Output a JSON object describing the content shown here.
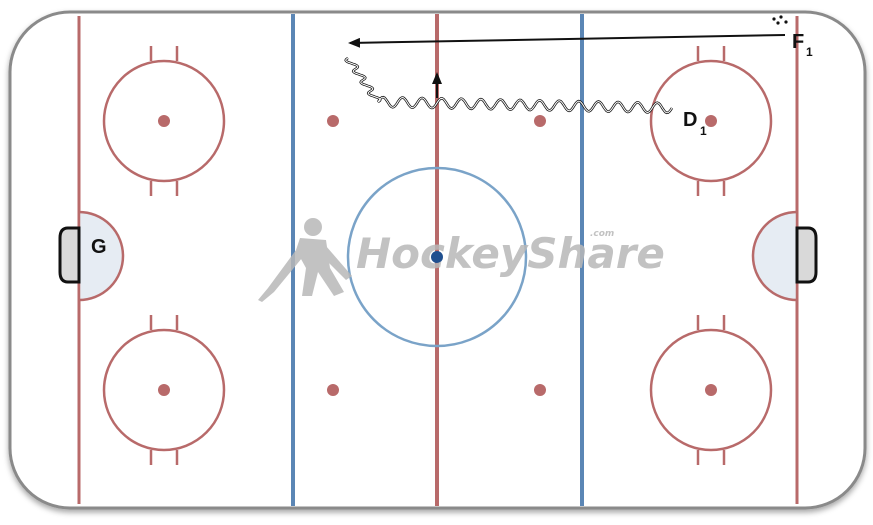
{
  "diagram": {
    "type": "hockey-rink-drill",
    "colors": {
      "board": "#8a8a8a",
      "ice": "#ffffff",
      "red_line": "#b86a6a",
      "blue_line": "#5b86b5",
      "center_circle": "#7aa3c8",
      "center_dot": "#1f4f8f",
      "faceoff": "#b86a6a",
      "crease_fill": "#e6ecf3",
      "net": "#d9d9d9",
      "drill_line": "#111111",
      "watermark": "#b8b8b8"
    },
    "players": {
      "goalie": {
        "letter": "G"
      },
      "forward": {
        "letter": "F",
        "number": "1"
      },
      "defense": {
        "letter": "D",
        "number": "1"
      }
    },
    "watermark": {
      "text": "HockeyShare",
      "suffix": ".com"
    },
    "drill": {
      "pass_arrow": "pass",
      "skate_path": "skate-with-puck",
      "shot_arrow": "skate-up"
    }
  }
}
